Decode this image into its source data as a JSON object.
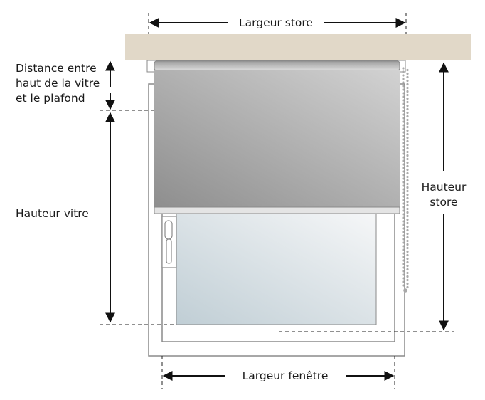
{
  "labels": {
    "largeur_store": "Largeur store",
    "distance_line1": "Distance entre",
    "distance_line2": "haut de la vitre",
    "distance_line3": "et le plafond",
    "hauteur_vitre": "Hauteur vitre",
    "hauteur_store_line1": "Hauteur",
    "hauteur_store_line2": "store",
    "largeur_fenetre": "Largeur fenêtre"
  },
  "colors": {
    "ceiling": "#e1d8c8",
    "frame": "#8a8a8a",
    "blind_dark": "#8e8e8e",
    "blind_light": "#d0d0d0",
    "glass_light": "#f4f6f7",
    "glass_dark": "#c3d0d6",
    "chain": "#a9a9a9"
  }
}
